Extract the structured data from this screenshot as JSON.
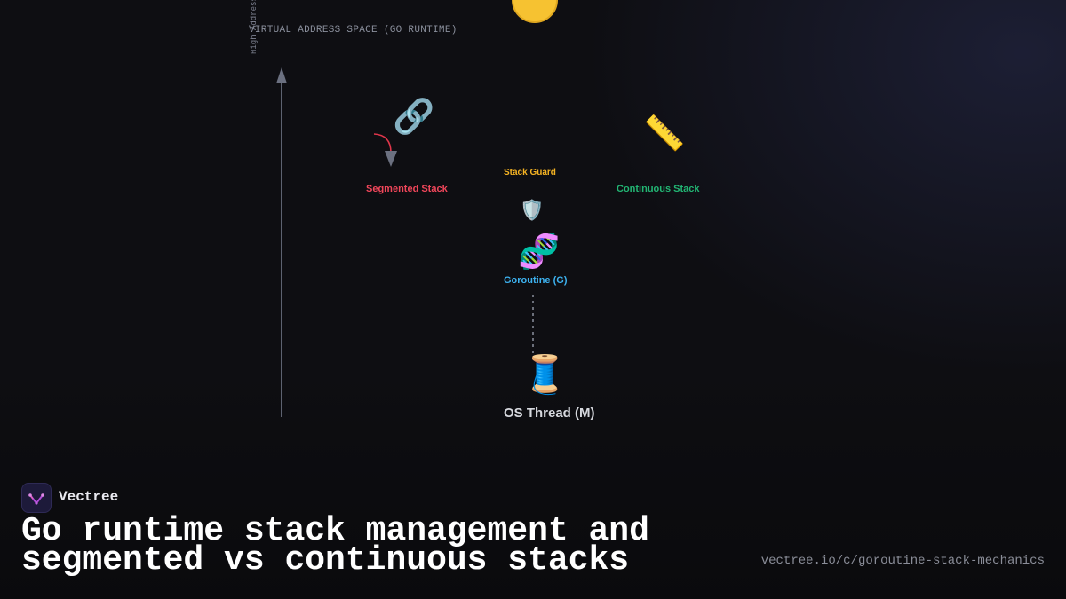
{
  "diagram": {
    "space_title": "VIRTUAL ADDRESS SPACE (GO RUNTIME)",
    "axis_label": "High Addresses",
    "nodes": {
      "segmented": {
        "label": "Segmented Stack",
        "icon": "🔗",
        "color": "#f0465a"
      },
      "continuous": {
        "label": "Continuous Stack",
        "icon": "📏",
        "color": "#22b573"
      },
      "guard": {
        "label": "Stack Guard",
        "icon": "🛡️",
        "color": "#f5b323"
      },
      "goroutine": {
        "label": "Goroutine (G)",
        "icon": "🧬",
        "color": "#3db2f0"
      },
      "thread": {
        "label": "OS Thread (M)",
        "icon": "🧵",
        "color": "#d6d8de"
      }
    }
  },
  "brand": {
    "name": "Vectree"
  },
  "footer": {
    "title_line1": "Go runtime stack management and",
    "title_line2": "segmented vs continuous stacks",
    "url": "vectree.io/c/goroutine-stack-mechanics"
  }
}
